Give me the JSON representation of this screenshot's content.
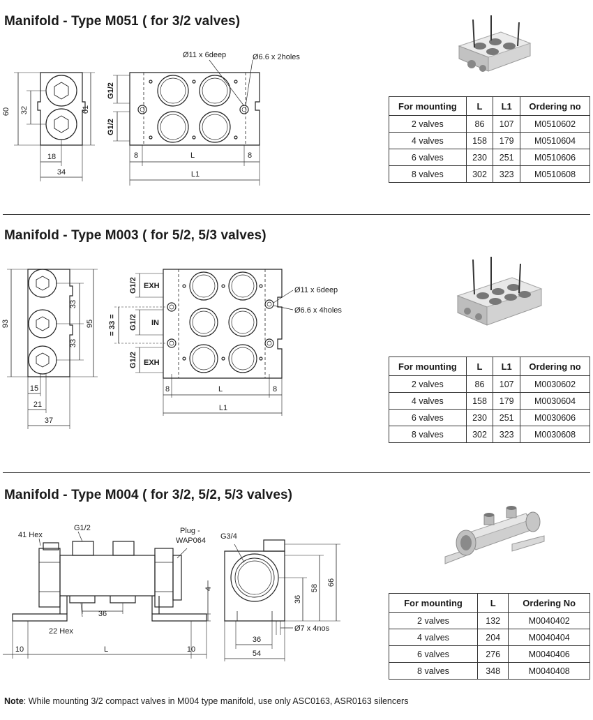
{
  "sections": [
    {
      "title": "Manifold - Type M051 ( for 3/2 valves)",
      "headers": [
        "For mounting",
        "L",
        "L1",
        "Ordering no"
      ],
      "rows": [
        [
          "2 valves",
          "86",
          "107",
          "M0510602"
        ],
        [
          "4 valves",
          "158",
          "179",
          "M0510604"
        ],
        [
          "6 valves",
          "230",
          "251",
          "M0510606"
        ],
        [
          "8 valves",
          "302",
          "323",
          "M0510608"
        ]
      ],
      "dims": {
        "h60": "60",
        "h32": "32",
        "h61": "61",
        "w18": "18",
        "w34": "34",
        "g1": "G1/2",
        "g2": "G1/2",
        "e8a": "8",
        "L": "L",
        "e8b": "8",
        "L1": "L1",
        "d11": "Ø11 x 6deep",
        "d66": "Ø6.6 x 2holes"
      }
    },
    {
      "title": "Manifold - Type M003 ( for 5/2, 5/3 valves)",
      "headers": [
        "For mounting",
        "L",
        "L1",
        "Ordering no"
      ],
      "rows": [
        [
          "2 valves",
          "86",
          "107",
          "M0030602"
        ],
        [
          "4 valves",
          "158",
          "179",
          "M0030604"
        ],
        [
          "6 valves",
          "230",
          "251",
          "M0030606"
        ],
        [
          "8 valves",
          "302",
          "323",
          "M0030608"
        ]
      ],
      "dims": {
        "h93": "93",
        "h33a": "33",
        "h33b": "33",
        "h95": "95",
        "w15": "15",
        "w21": "21",
        "w37": "37",
        "eq33": "= 33 =",
        "g1": "G1/2",
        "g2": "G1/2",
        "g3": "G1/2",
        "exh1": "EXH",
        "in": "IN",
        "exh2": "EXH",
        "e8a": "8",
        "L": "L",
        "e8b": "8",
        "L1": "L1",
        "d11": "Ø11 x 6deep",
        "d66": "Ø6.6 x 4holes"
      }
    },
    {
      "title": "Manifold - Type M004 ( for 3/2, 5/2, 5/3 valves)",
      "headers": [
        "For mounting",
        "L",
        "Ordering No"
      ],
      "rows": [
        [
          "2 valves",
          "132",
          "M0040402"
        ],
        [
          "4 valves",
          "204",
          "M0040404"
        ],
        [
          "6 valves",
          "276",
          "M0040406"
        ],
        [
          "8 valves",
          "348",
          "M0040408"
        ]
      ],
      "dims": {
        "hex41": "41 Hex",
        "g12": "G1/2",
        "plug": "Plug -",
        "plug2": "WAP064",
        "g34": "G3/4",
        "d36a": "36",
        "hex22": "22 Hex",
        "d4": "4",
        "e10a": "10",
        "L": "L",
        "e10b": "10",
        "h36": "36",
        "h58": "58",
        "h66": "66",
        "d7": "Ø7 x 4nos",
        "w36": "36",
        "w54": "54"
      }
    }
  ],
  "note": {
    "label": "Note",
    "text": ": While mounting 3/2 compact valves in M004 type manifold, use only ASC0163, ASR0163 silencers"
  }
}
